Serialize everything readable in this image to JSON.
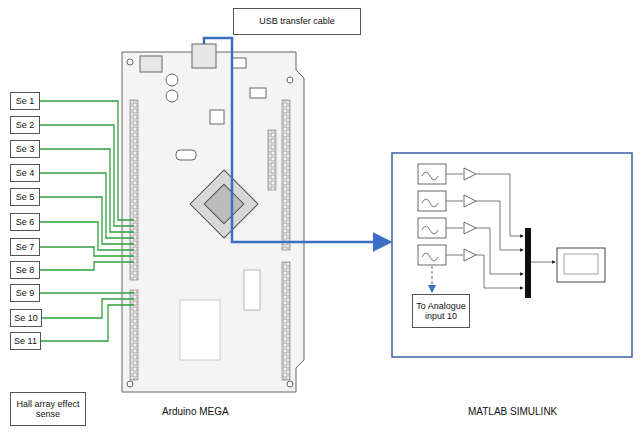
{
  "diagram": {
    "nodes": [
      {
        "text": [
          "USB transfer cable"
        ]
      },
      {
        "text": [
          "Se 1"
        ]
      },
      {
        "text": [
          "Se 2"
        ]
      },
      {
        "text": [
          "Se 3"
        ]
      },
      {
        "text": [
          "Se 4"
        ]
      },
      {
        "text": [
          "Se 5"
        ]
      },
      {
        "text": [
          "Se 6"
        ]
      },
      {
        "text": [
          "Se 7"
        ]
      },
      {
        "text": [
          "Se 8"
        ]
      },
      {
        "text": [
          "Se 9"
        ]
      },
      {
        "text": [
          "Se 10"
        ]
      },
      {
        "text": [
          "Se 11"
        ]
      },
      {
        "text": [
          "To Analogue input 10"
        ]
      },
      {
        "text": [
          "Hall array effect sense"
        ]
      }
    ],
    "labels": [
      "Arduino MEGA",
      "MATLAB SIMULINK"
    ]
  }
}
